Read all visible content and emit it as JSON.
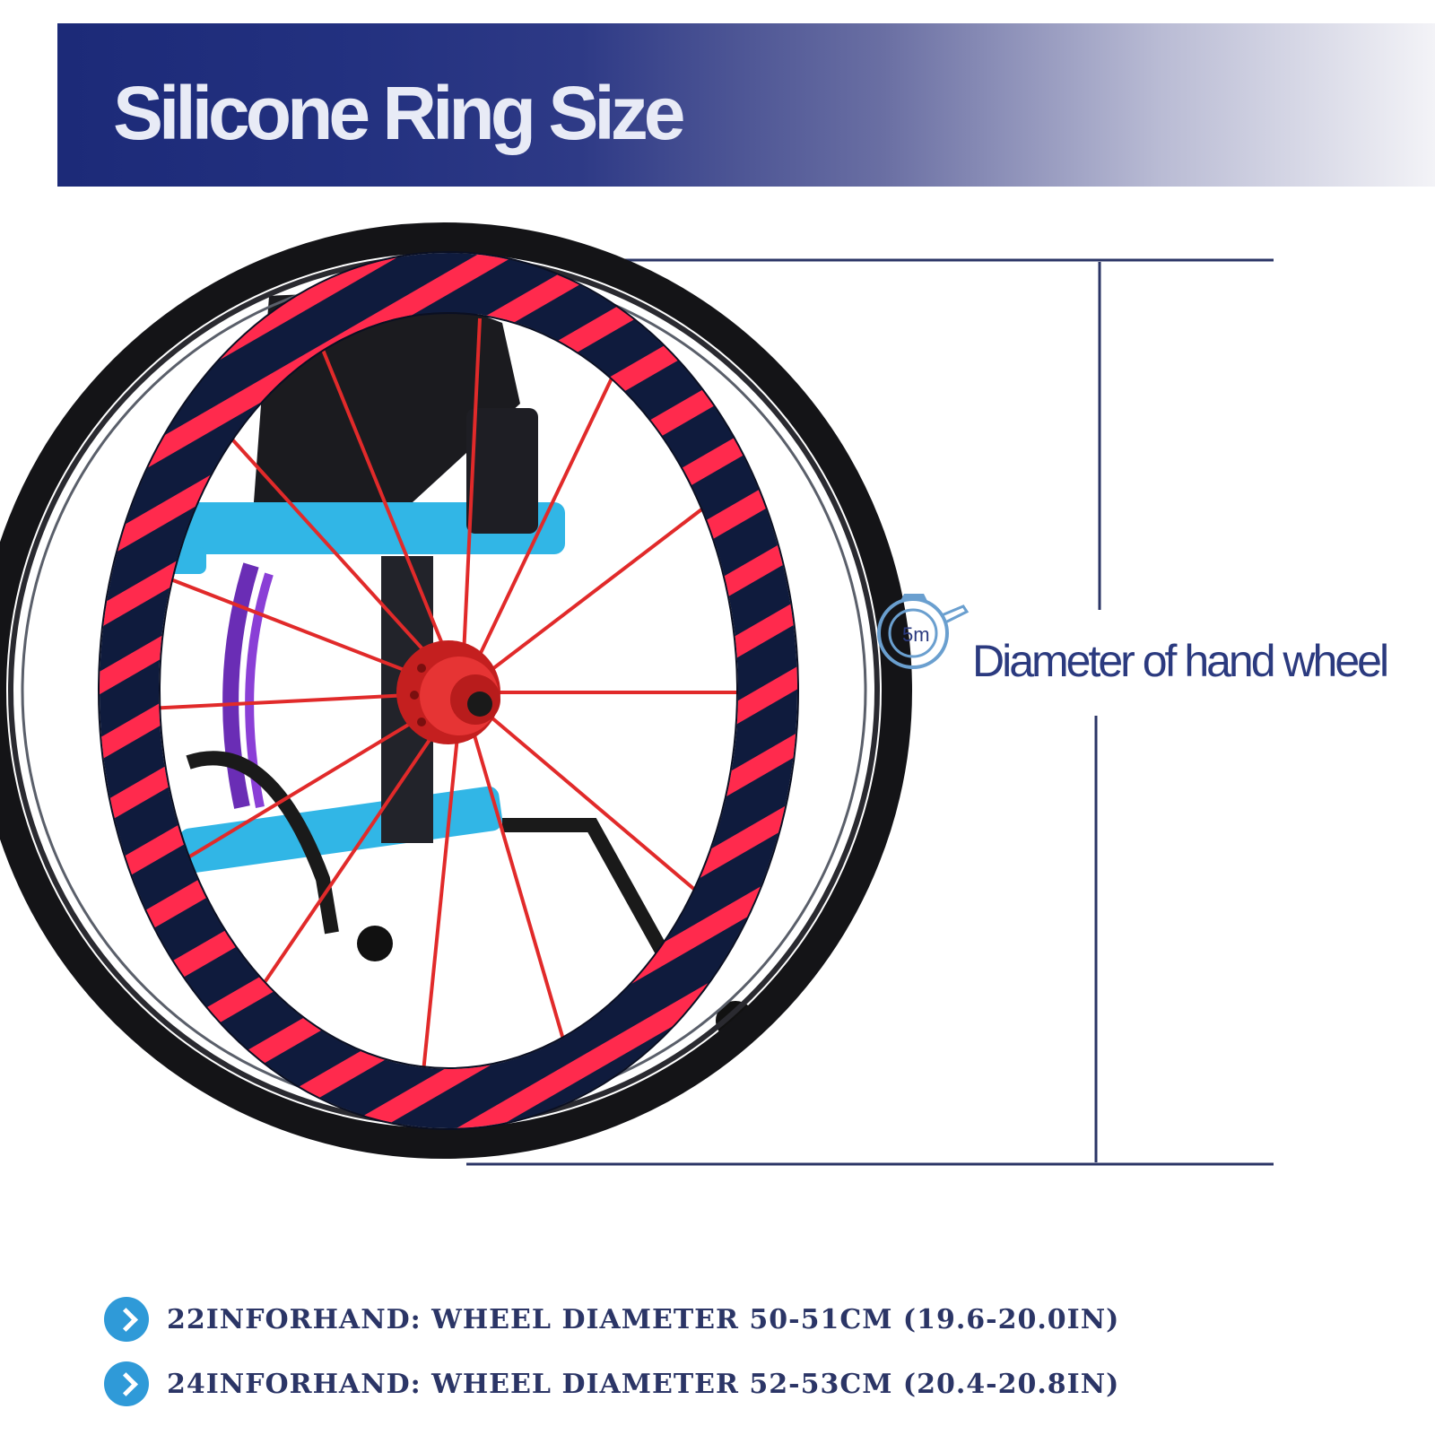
{
  "banner": {
    "title": "Silicone Ring Size"
  },
  "dimension": {
    "label": "Diameter of hand wheel",
    "tape_icon_text": "5m"
  },
  "sizes": [
    {
      "text": "22INFORHAND: WHEEL DIAMETER 50-51CM (19.6-20.0IN)"
    },
    {
      "text": "24INFORHAND: WHEEL DIAMETER 52-53CM (20.4-20.8IN)"
    }
  ],
  "colors": {
    "banner_dark": "#1c2a78",
    "ring_navy": "#0f1b3d",
    "ring_stripe": "#ff2a4d",
    "spoke_red": "#e12a2a",
    "frame_blue": "#31b6e6",
    "line_navy": "#2b3566",
    "bullet_blue": "#2f9ad8"
  }
}
